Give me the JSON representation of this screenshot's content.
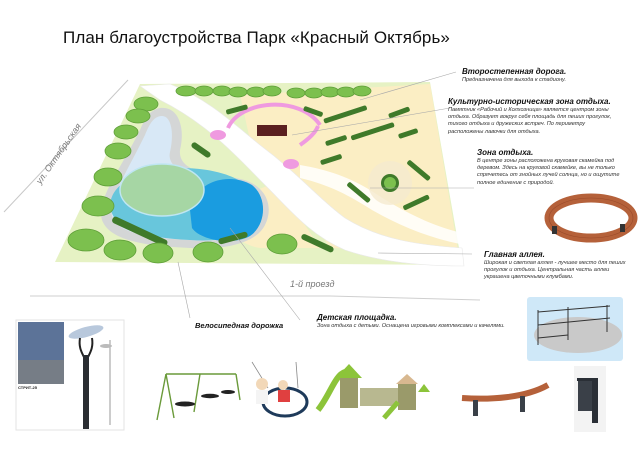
{
  "title": "План благоустройства Парк «Красный Октябрь»",
  "streets": {
    "left": "ул. Октябрьская",
    "bottom": "1-й проезд"
  },
  "labels": {
    "bike_path": "Велосипедная дорожка"
  },
  "callouts": [
    {
      "id": "secondary-road",
      "heading": "Второстепенная дорога.",
      "description": "Предназначена для выхода к стадиону."
    },
    {
      "id": "cultural-zone",
      "heading": "Культурно-историческая зона отдыха.",
      "description": "Памятник «Рабочий и Колхозница» является центром зоны отдыха. Образует вокруг себя площадь для пеших прогулок, тихого отдыха и дружеских встреч. По периметру расположены лавочки для отдыха."
    },
    {
      "id": "rest-zone",
      "heading": "Зона отдыха.",
      "description": "В центре зоны расположена круговая скамейка под деревом. Здесь на круговой скамейке, вы не только спрячетесь от знойных лучей солнца, но и ощутите полное единение с природой."
    },
    {
      "id": "main-alley",
      "heading": "Главная аллея.",
      "description": "Широкая и светлая аллея - лучшее место для пеших прогулок и отдыха. Центральная часть аллеи украшена цветочными клумбами."
    },
    {
      "id": "playground",
      "heading": "Детская площадка.",
      "description": "Зона отдыха с детьми. Оснащена игровыми комплексами и качелями."
    }
  ],
  "lamp_card": {
    "model": "СТРИТ-25"
  },
  "colors": {
    "lawn": "#e6f2c4",
    "sand": "#fbeec4",
    "path": "#ffffff",
    "border": "#d4d6d6",
    "water_light": "#d8e8f6",
    "water_mid": "#68c6dc",
    "water_dark": "#1a9ce0",
    "water_island": "#a6d6a4",
    "tree": "#7cc04e",
    "hedge": "#3f7a2a",
    "pink": "#ef9ae0",
    "monument": "#5a2020",
    "bench_wood": "#b5613a"
  }
}
